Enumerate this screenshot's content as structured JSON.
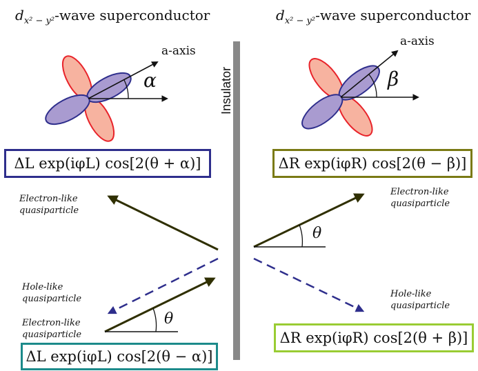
{
  "left": {
    "heading_prefix": "d",
    "heading_sub": "x² − y²",
    "heading_suffix": "-wave superconductor",
    "axis_label": "a-axis",
    "angle_label": "α",
    "top_formula": "ΔL exp(iφL) cos[2(θ + α)]",
    "bottom_formula": "ΔL exp(iφL) cos[2(θ − α)]",
    "electron_label_top": [
      "Electron-like",
      "quasiparticle"
    ],
    "hole_label": [
      "Hole-like",
      "quasiparticle"
    ],
    "electron_label_bottom": [
      "Electron-like",
      "quasiparticle"
    ],
    "theta": "θ"
  },
  "right": {
    "heading_prefix": "d",
    "heading_sub": "x² − y²",
    "heading_suffix": "-wave superconductor",
    "axis_label": "a-axis",
    "angle_label": "β",
    "top_formula": "ΔR exp(iφR) cos[2(θ − β)]",
    "bottom_formula": "ΔR exp(iφR) cos[2(θ + β)]",
    "electron_label": [
      "Electron-like",
      "quasiparticle"
    ],
    "hole_label": [
      "Hole-like",
      "quasiparticle"
    ],
    "theta": "θ"
  },
  "insulator": "Insulator",
  "colors": {
    "lobe_red_fill": "#f7b3a0",
    "lobe_red_stroke": "#e8232a",
    "lobe_blue_fill": "#a99bd0",
    "lobe_blue_stroke": "#2e2e8c",
    "arrow_dark": "#2f2f00",
    "arrow_dashed": "#2e2e8c",
    "box_left": "#2e2e8c",
    "box_right_top": "#7a7a14",
    "box_left_bottom": "#1c8a8a",
    "box_right_bottom": "#99cc33",
    "insulator": "#888888"
  }
}
